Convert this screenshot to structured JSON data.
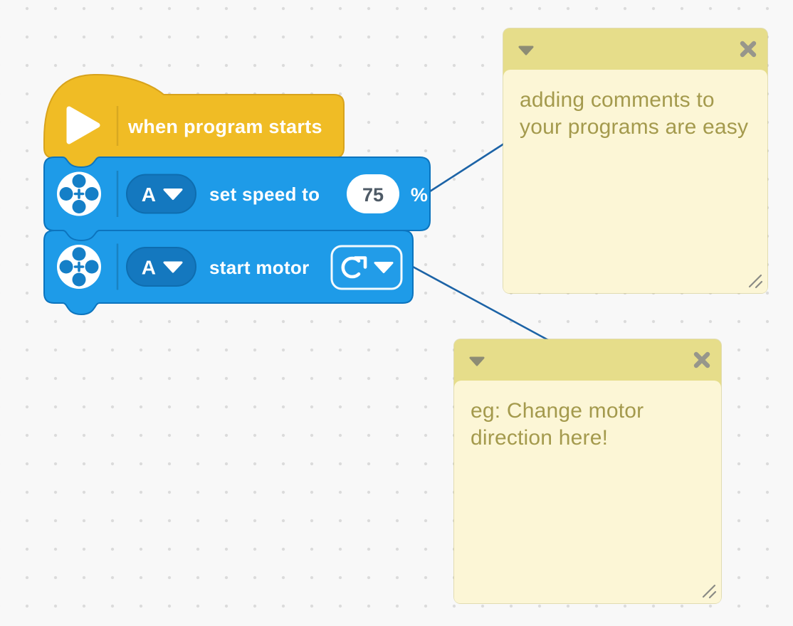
{
  "workspace": {
    "background_color": "#F8F8F8",
    "grid_dot_color": "#DBDBDB"
  },
  "palette": {
    "hat_yellow": "#F0BC25",
    "hat_yellow_border": "#D8A31C",
    "block_blue": "#1E9BE8",
    "block_blue_border": "#0C74BE",
    "dropdown_blue": "#1478BF",
    "dropdown_blue_border": "#0E6DAF",
    "motor_icon_blue": "#157FC7",
    "value_text": "#4E5A66",
    "connector_blue": "#1C63A6",
    "comment_header": "#E6DD8A",
    "comment_body": "#FCF6D6",
    "comment_text": "#A49A4D",
    "comment_icon_gray": "#95948A"
  },
  "blocks": [
    {
      "id": "when-program-starts",
      "label": "when program starts"
    },
    {
      "id": "motor-set-speed",
      "port": "A",
      "label": "set speed to",
      "value": "75",
      "unit": "%"
    },
    {
      "id": "motor-start",
      "port": "A",
      "label": "start motor",
      "direction": "clockwise"
    }
  ],
  "comments": [
    {
      "text": "adding comments to\nyour programs are easy"
    },
    {
      "text": "eg: Change motor\ndirection here!"
    }
  ]
}
